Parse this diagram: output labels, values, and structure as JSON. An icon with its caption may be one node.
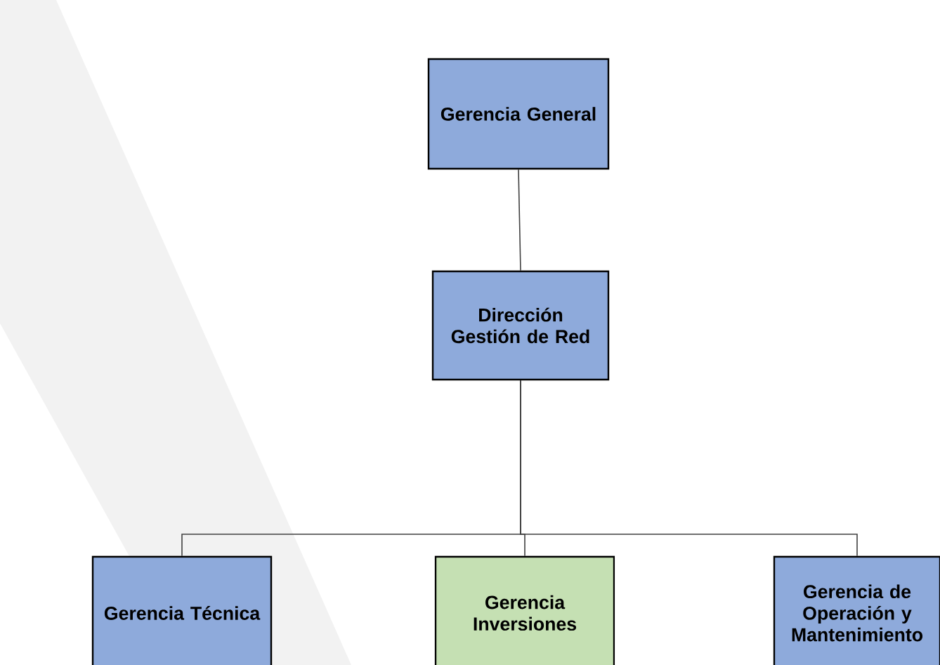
{
  "diagram": {
    "nodes": [
      {
        "text": [
          "Gerencia General"
        ]
      },
      {
        "text": [
          "Dirección Gestión de Red"
        ]
      },
      {
        "text": [
          "Gerencia Técnica"
        ]
      },
      {
        "text": [
          "Gerencia Inversiones"
        ]
      },
      {
        "text": [
          "Gerencia de Operación y Mantenimiento"
        ]
      }
    ],
    "edges": [
      {
        "from": 0,
        "to": 1,
        "arrow": "none"
      },
      {
        "from": 1,
        "to": 2,
        "arrow": "none"
      },
      {
        "from": 1,
        "to": 3,
        "arrow": "none"
      },
      {
        "from": 1,
        "to": 4,
        "arrow": "none"
      }
    ]
  }
}
